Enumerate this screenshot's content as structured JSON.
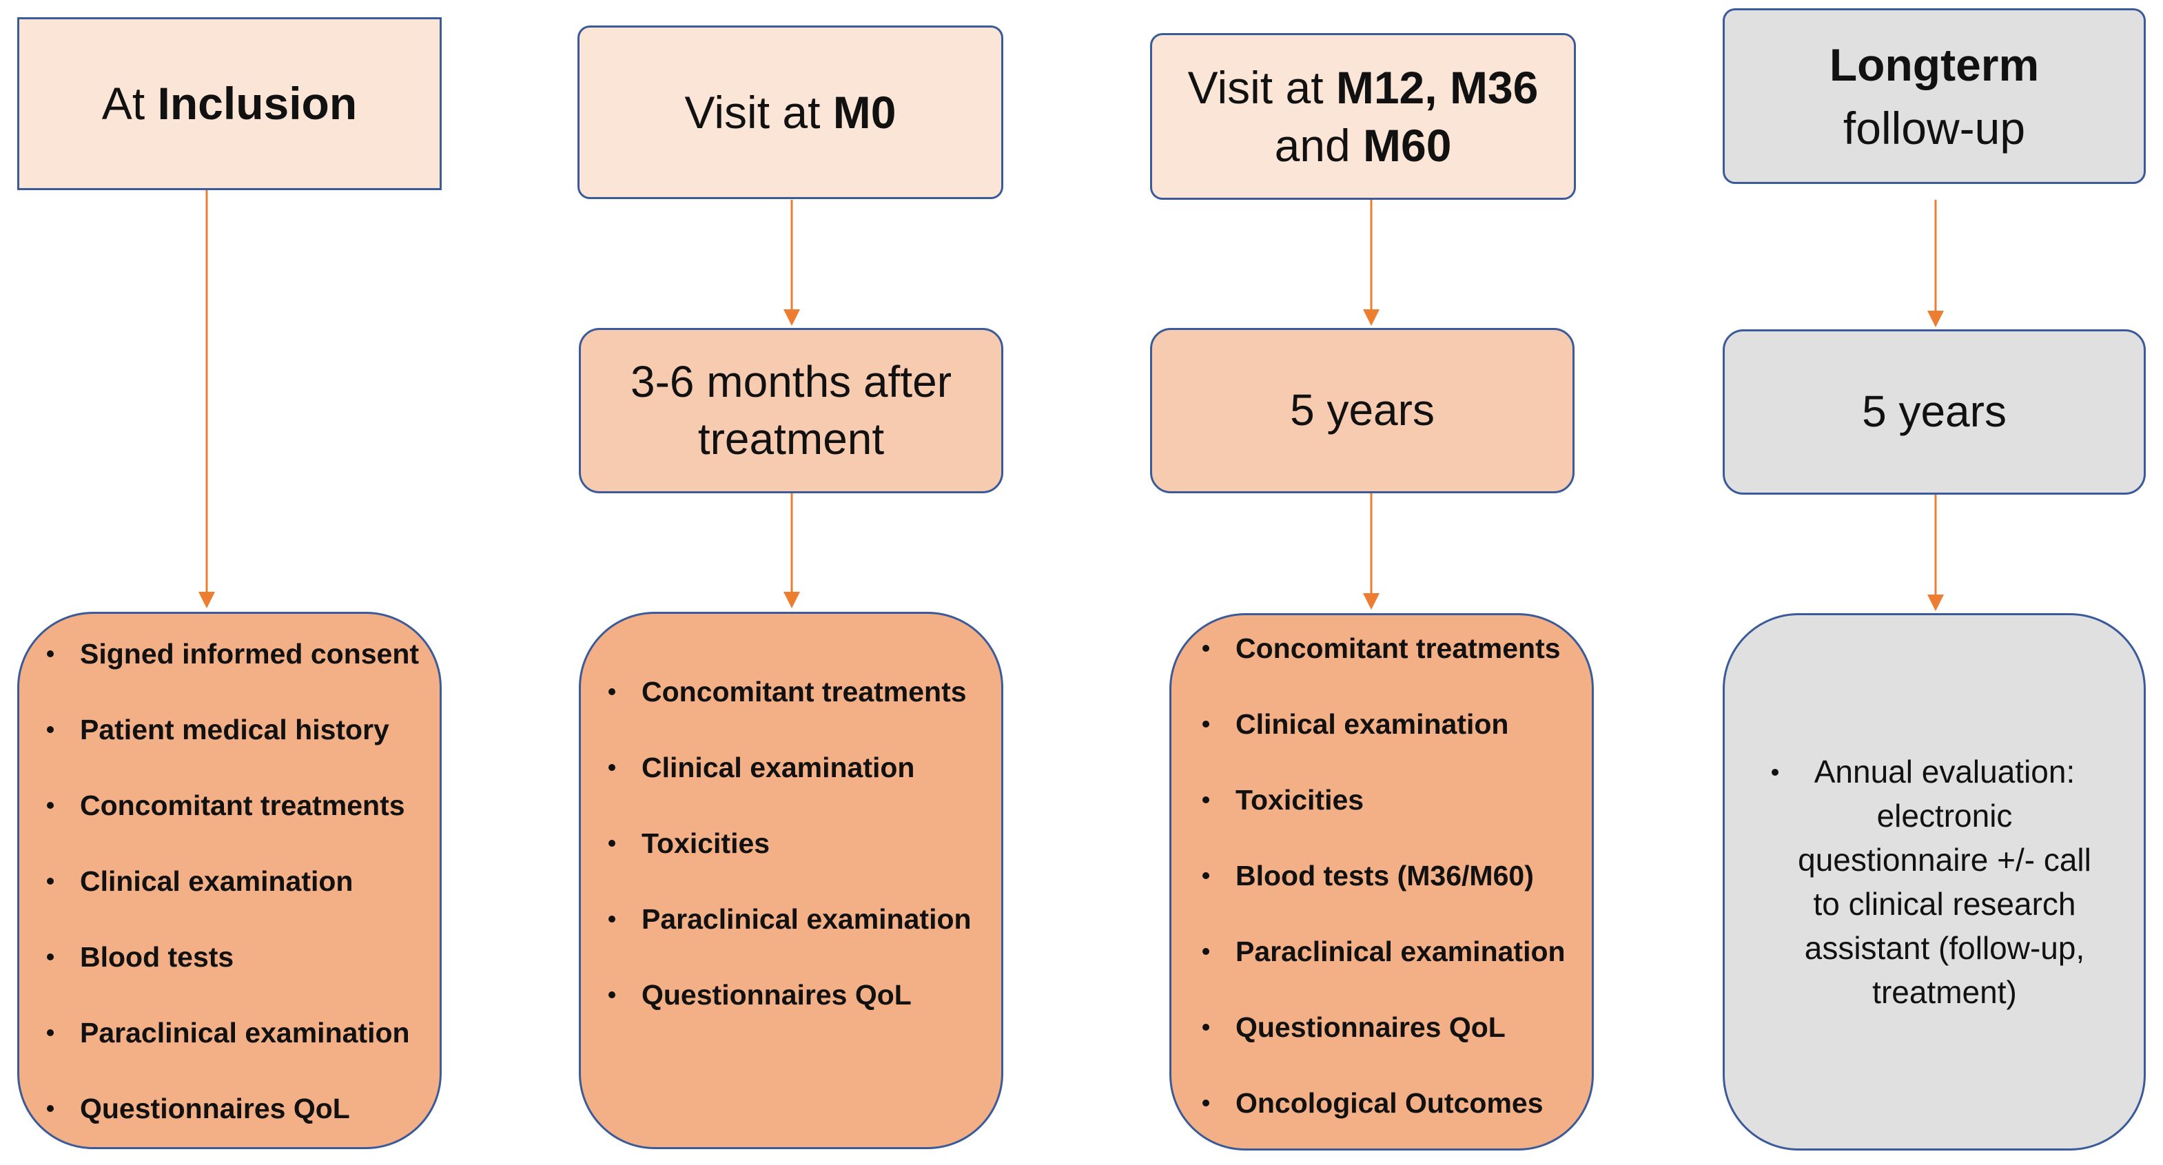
{
  "columns": [
    {
      "header": {
        "prefix": "At ",
        "bold": "Inclusion",
        "mid": "",
        "bold2": ""
      },
      "items": [
        "Signed informed consent",
        "Patient medical history",
        "Concomitant treatments",
        "Clinical examination",
        "Blood tests",
        "Paraclinical examination",
        "Questionnaires QoL"
      ]
    },
    {
      "header": {
        "prefix": "Visit at ",
        "bold": "M0",
        "mid": "",
        "bold2": ""
      },
      "duration": "3-6 months after treatment",
      "items": [
        "Concomitant treatments",
        "Clinical examination",
        "Toxicities",
        "Paraclinical examination",
        "Questionnaires QoL"
      ]
    },
    {
      "header": {
        "prefix": "Visit at ",
        "bold": "M12, M36",
        "mid": "and ",
        "bold2": "M60"
      },
      "duration": "5 years",
      "items": [
        "Concomitant treatments",
        "Clinical examination",
        "Toxicities",
        "Blood tests (M36/M60)",
        "Paraclinical examination",
        "Questionnaires QoL",
        "Oncological Outcomes"
      ]
    },
    {
      "header": {
        "bold": "Longterm",
        "rest": "follow-up"
      },
      "duration": "5 years",
      "annual": "Annual evaluation: electronic questionnaire +/- call  to clinical research assistant (follow-up, treatment)"
    }
  ],
  "colors": {
    "header_fill": "#fae5d6",
    "duration_fill": "#f7cbb0",
    "list_fill": "#f3b086",
    "grey_fill": "#e0e0e0",
    "border": "#3a5a9a",
    "arrow": "#ed7d31"
  }
}
